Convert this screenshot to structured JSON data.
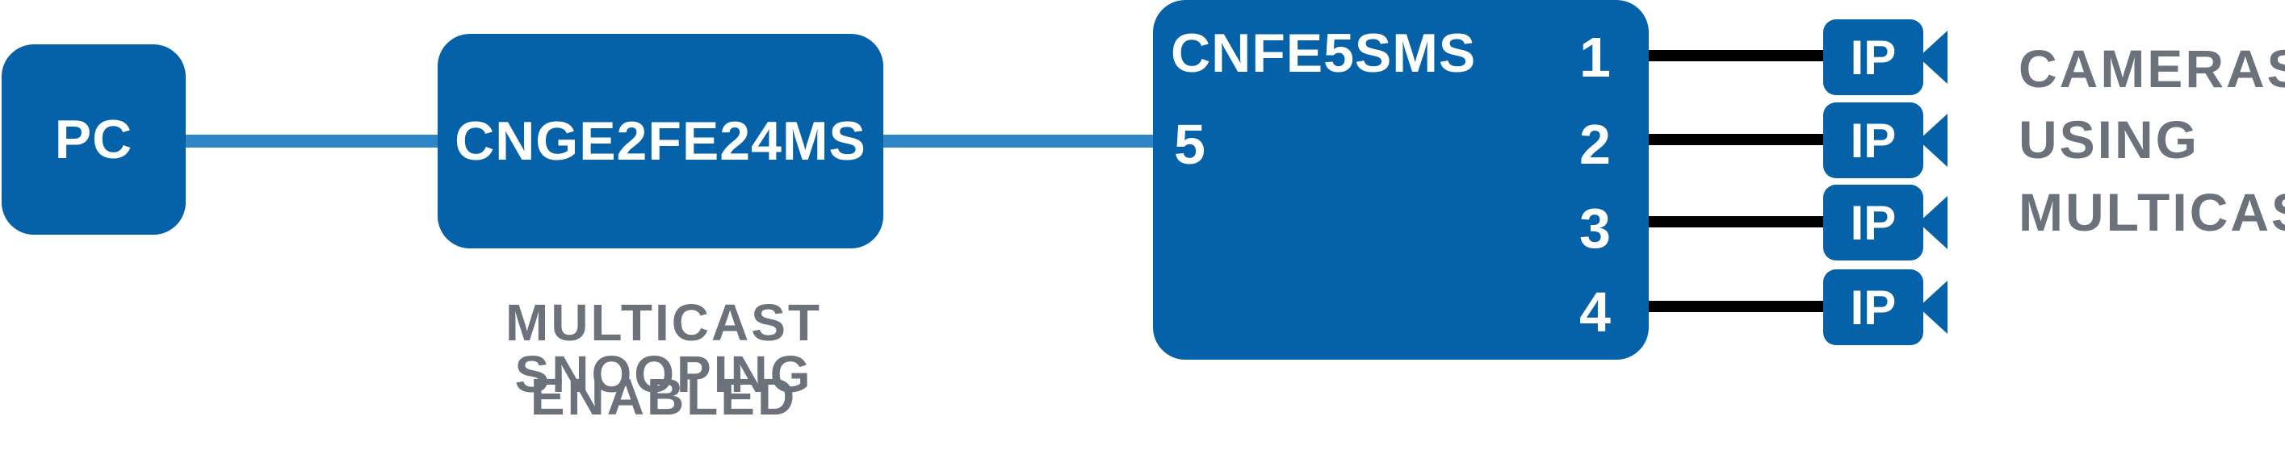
{
  "nodes": {
    "pc": {
      "label": "PC"
    },
    "core_switch": {
      "label": "CNGE2FE24MS"
    },
    "edge_switch": {
      "label": "CNFE5SMS",
      "uplink_port": "5",
      "ports": [
        "1",
        "2",
        "3",
        "4"
      ]
    }
  },
  "cameras": [
    {
      "label": "IP"
    },
    {
      "label": "IP"
    },
    {
      "label": "IP"
    },
    {
      "label": "IP"
    }
  ],
  "captions": {
    "snooping_line1": "MULTICAST SNOOPING",
    "snooping_line2": "ENABLED",
    "cameras_line1": "CAMERAS",
    "cameras_line2": "USING",
    "cameras_line3": "MULTICAST"
  },
  "colors": {
    "box": "#0562a8",
    "link": "#2f86c6",
    "camera_link": "#000000",
    "caption": "#6b727c"
  }
}
